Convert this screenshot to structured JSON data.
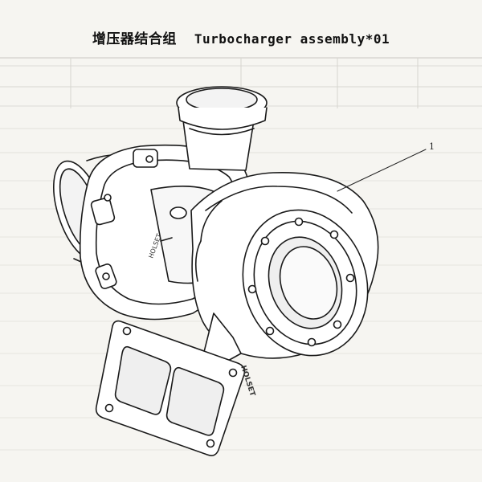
{
  "title": {
    "chinese": "增压器结合组",
    "english": "Turbocharger assembly*01"
  },
  "callouts": [
    {
      "number": "1"
    }
  ],
  "casting_text": "HOLSET",
  "colors": {
    "line": "#1a1a1a",
    "faint": "#bdbdb8",
    "paper": "#f6f5f1"
  }
}
